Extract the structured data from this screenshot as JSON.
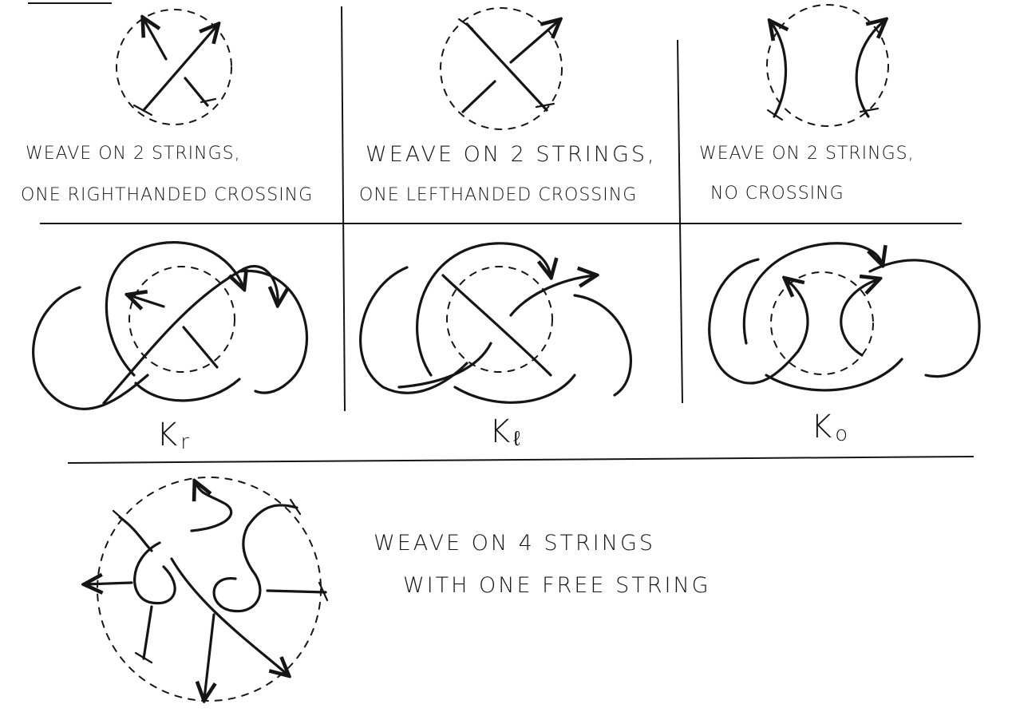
{
  "captions": {
    "weave_r_line1": "WEAVE ON 2 STRINGS,",
    "weave_r_line2": "ONE RIGHTHANDED CROSSING",
    "weave_l_line1": "WEAVE ON 2 STRINGS,",
    "weave_l_line2": "ONE LEFTHANDED CROSSING",
    "weave_0_line1": "WEAVE ON 2 STRINGS,",
    "weave_0_line2": "NO CROSSING",
    "weave4_line1": "WEAVE ON 4 STRINGS",
    "weave4_line2": "WITH ONE FREE STRING"
  },
  "knot_labels": {
    "kr_base": "K",
    "kr_sub": "r",
    "kl_base": "K",
    "kl_sub": "ℓ",
    "k0_base": "K",
    "k0_sub": "o"
  },
  "ink_color": "#151515"
}
